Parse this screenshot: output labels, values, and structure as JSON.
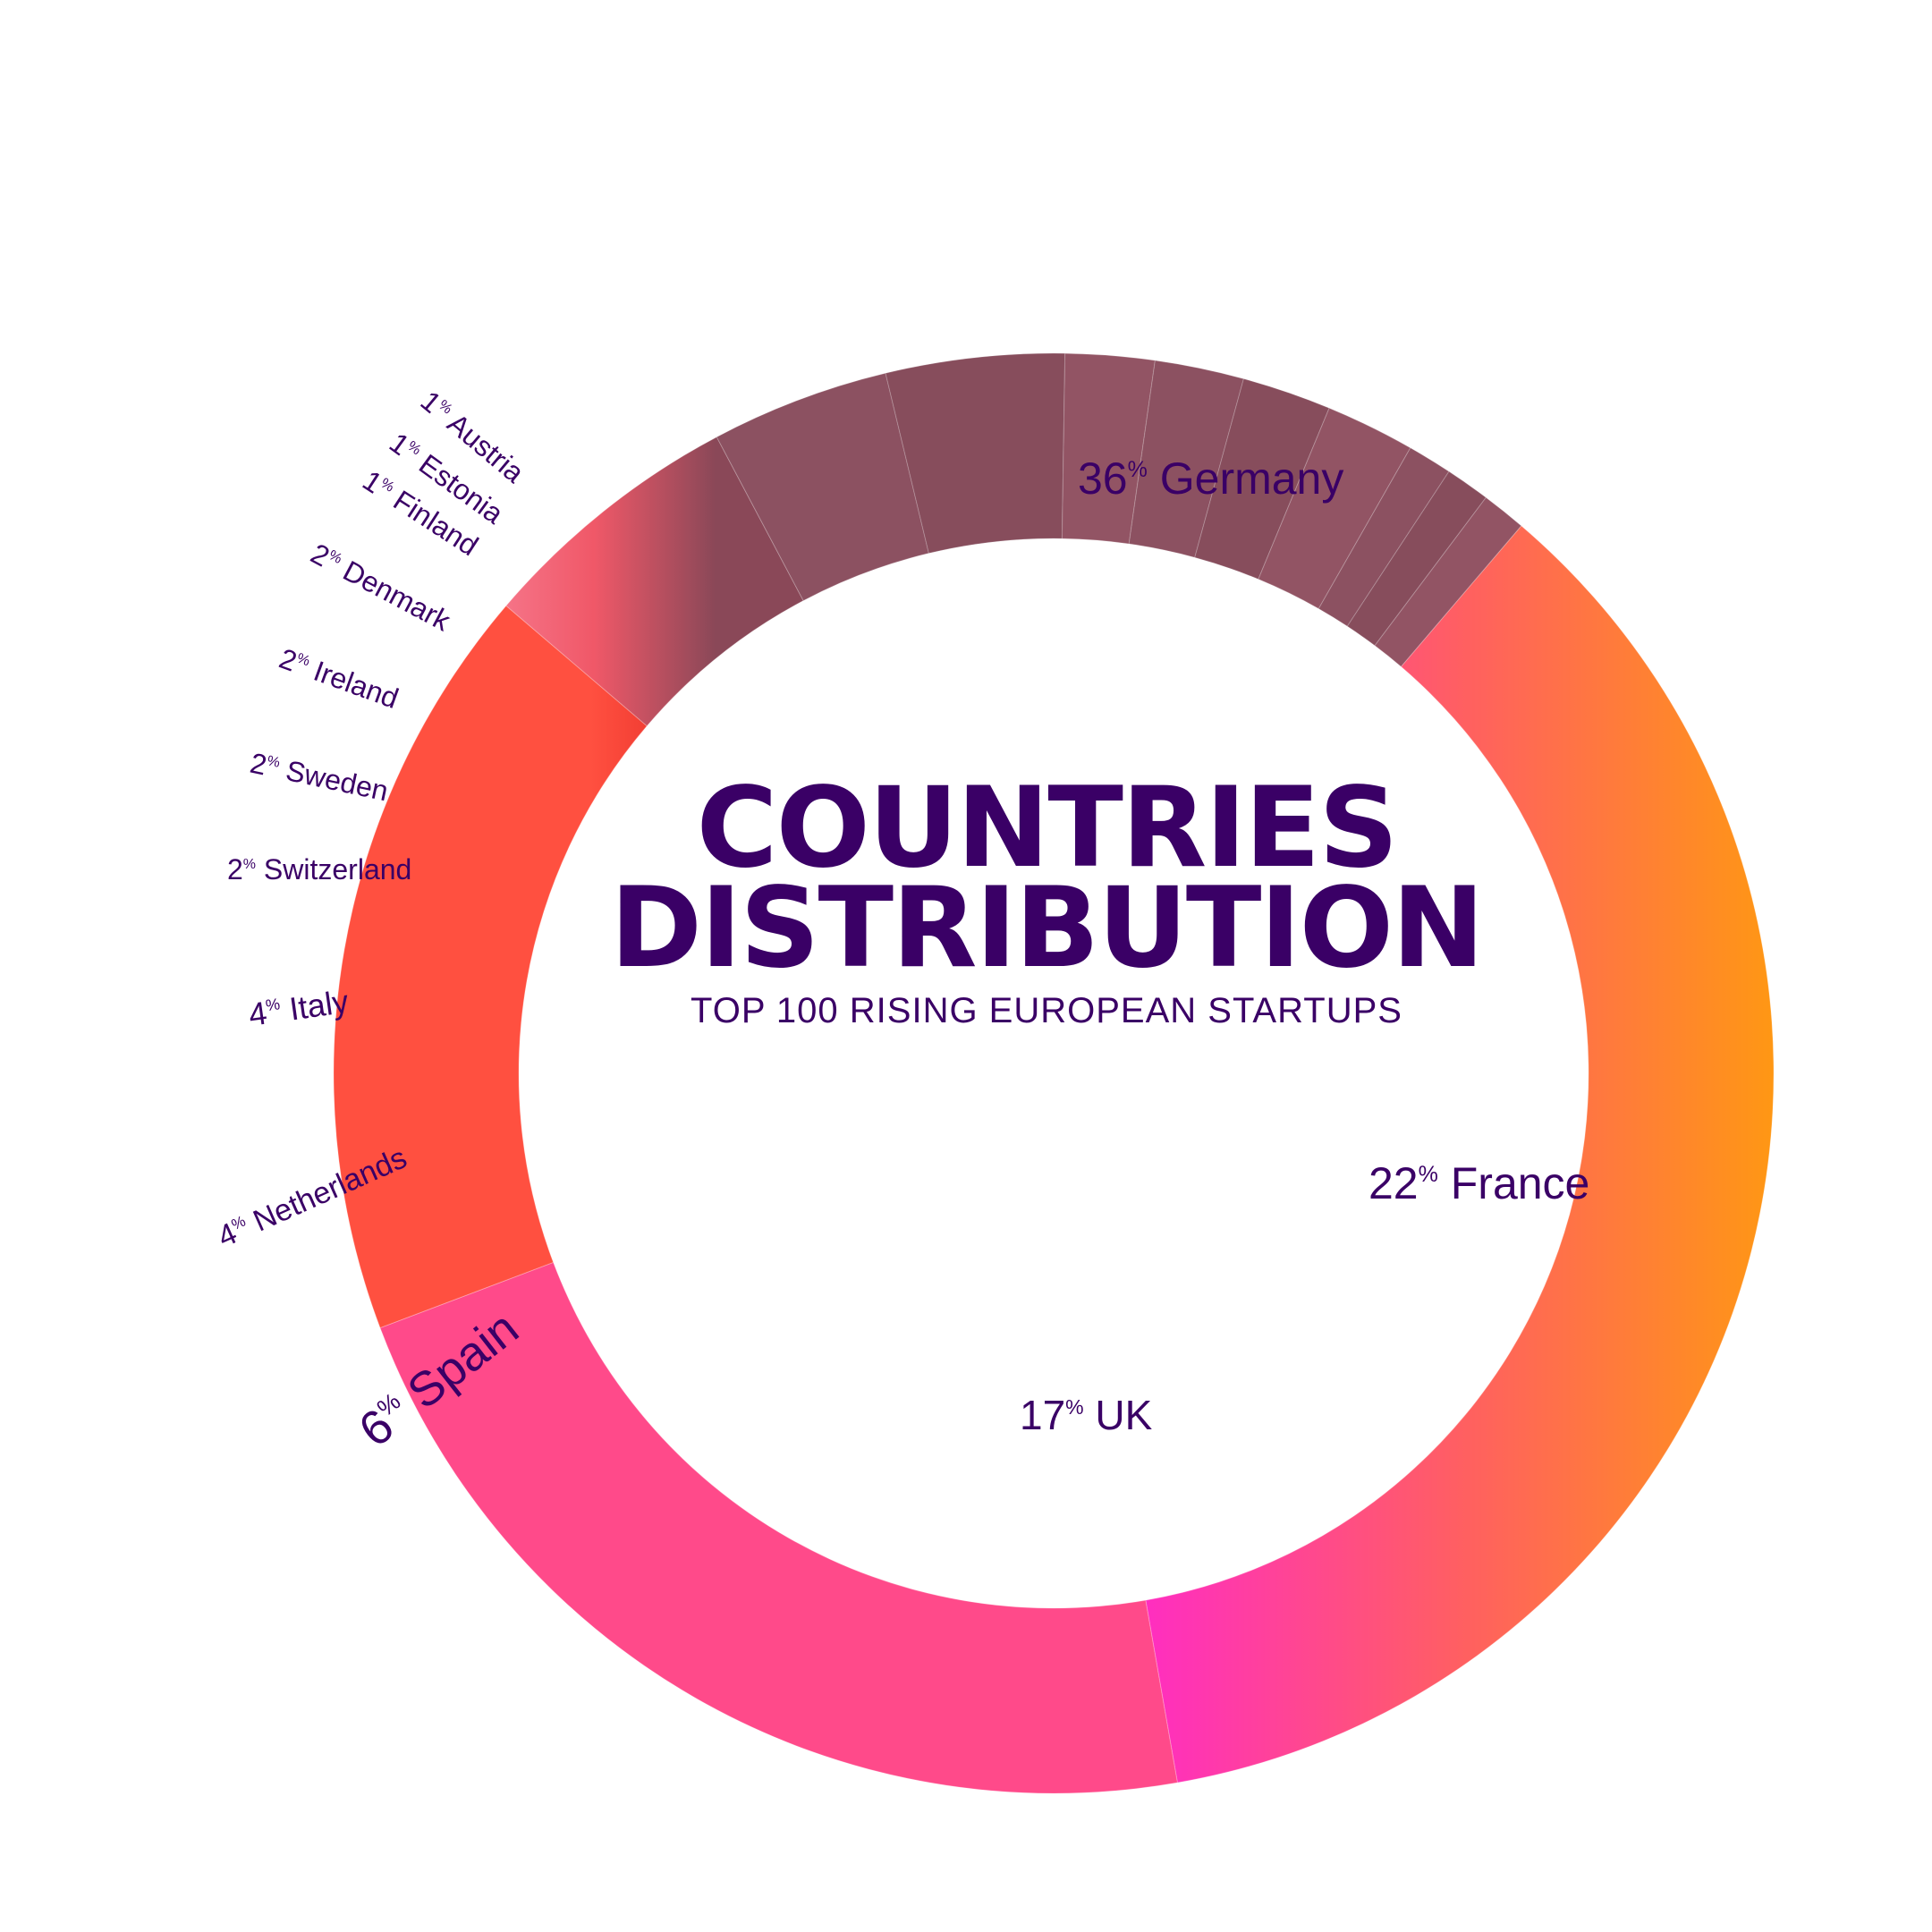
{
  "title_line1": "COUNTRIES",
  "title_line2": "DISTRIBUTION",
  "subtitle": "TOP 100 RISING EUROPEAN STARTUPS",
  "percent_symbol": "%",
  "colors": {
    "text": "#3a0066",
    "germany_start": "#1a0f14",
    "germany_mid1": "#e8302a",
    "germany_mid2": "#ff2ec0",
    "germany_end": "#ff9a10",
    "france": "#ff9a10",
    "uk": "#e8302a",
    "small": "#f7708a"
  },
  "chart_data": {
    "type": "donut",
    "title": "COUNTRIES DISTRIBUTION",
    "subtitle": "TOP 100 RISING EUROPEAN STARTUPS",
    "unit": "%",
    "slices": [
      {
        "label": "Germany",
        "value": 36
      },
      {
        "label": "France",
        "value": 22
      },
      {
        "label": "UK",
        "value": 17
      },
      {
        "label": "Spain",
        "value": 6
      },
      {
        "label": "Netherlands",
        "value": 4
      },
      {
        "label": "Italy",
        "value": 4
      },
      {
        "label": "Switzerland",
        "value": 2
      },
      {
        "label": "Sweden",
        "value": 2
      },
      {
        "label": "Ireland",
        "value": 2
      },
      {
        "label": "Denmark",
        "value": 2
      },
      {
        "label": "Finland",
        "value": 1
      },
      {
        "label": "Estonia",
        "value": 1
      },
      {
        "label": "Austria",
        "value": 1
      }
    ]
  }
}
